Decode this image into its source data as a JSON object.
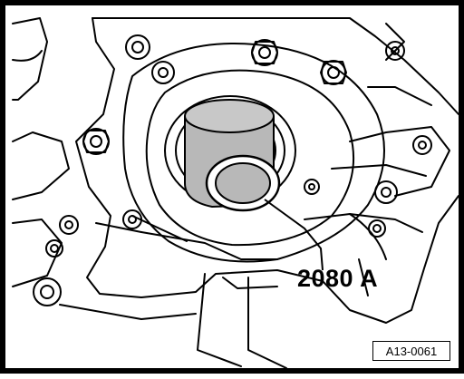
{
  "figure": {
    "callout_label": "2080 A",
    "figure_reference": "A13-0061"
  },
  "colors": {
    "line": "#000000",
    "background": "#ffffff",
    "tool_fill": "#b8b8b8"
  },
  "icons": {
    "tool": "cylindrical-seal-installer-tool"
  }
}
